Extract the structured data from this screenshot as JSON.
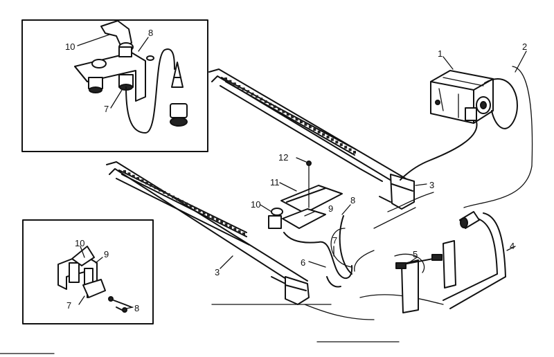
{
  "callouts": {
    "c1": "1",
    "c2": "2",
    "c3a": "3",
    "c3b": "3",
    "c4": "4",
    "c5": "5",
    "c6": "6",
    "c7a": "7",
    "c7b": "7",
    "c7c": "7",
    "c8a": "8",
    "c8b": "8",
    "c8c": "8",
    "c9a": "9",
    "c9b": "9",
    "c10a": "10",
    "c10b": "10",
    "c10c": "10",
    "c11": "11",
    "c12": "12"
  }
}
